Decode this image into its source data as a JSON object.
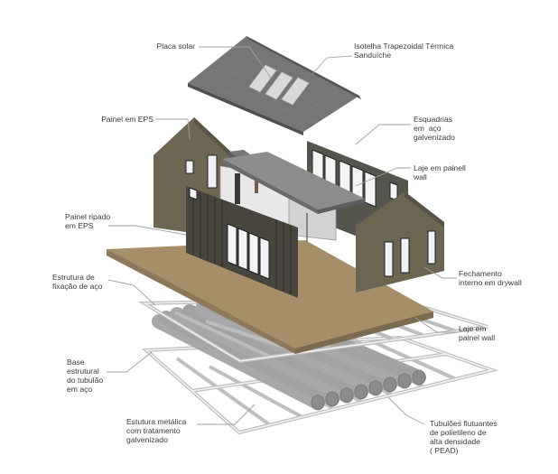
{
  "labels": {
    "solar_panel": "Placa solar",
    "roof_tile": "Isotelha Trapezoidal Térmica\nSanduíche",
    "eps_panel": "Painel em EPS",
    "steel_frames": "Esquadrias\nem  aço\ngalvenizado",
    "slab_upper": "Laje em painell\nwall",
    "slatted_panel": "Painel ripado\nem EPS",
    "steel_fixing": "Estrutura de\nfixação de aço",
    "drywall": "Fechamento\ninterno em drywall",
    "slab_lower": "Laje em\npainel wall",
    "tube_base": "Base\nestrutural\ndo tubulão\nem aço",
    "metal_structure": "Estutura metálica\ncom tratamento\ngalvenizado",
    "hdpe_tubes": "Tubulões flutuantes\nde polietileno de\nalta densidade\n( PEAD)"
  },
  "colors": {
    "roof": "#737373",
    "wall_olive": "#6b6551",
    "slat_dark": "#4a4640",
    "floor": "#a58e68",
    "tube": "#9a9a9a",
    "frame": "#eeeeee",
    "leader": "#999999"
  }
}
